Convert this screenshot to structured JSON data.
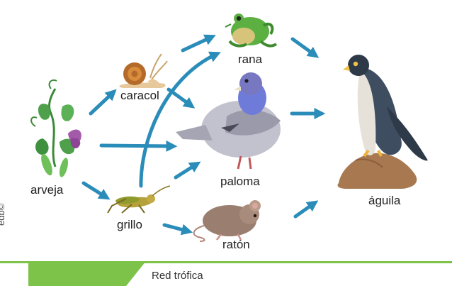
{
  "organisms": {
    "arveja": "arveja",
    "caracol": "caracol",
    "grillo": "grillo",
    "rana": "rana",
    "paloma": "paloma",
    "raton": "ratón",
    "aguila": "águila"
  },
  "caption": "Red trófica",
  "credit": "edb©",
  "colors": {
    "arrow": "#2a8cb8",
    "caption_green": "#7dc34a",
    "caption_line": "#7dc34a"
  },
  "icons": [
    "pea-plant-icon",
    "snail-icon",
    "cricket-icon",
    "frog-icon",
    "pigeon-icon",
    "mouse-icon",
    "eagle-icon"
  ]
}
